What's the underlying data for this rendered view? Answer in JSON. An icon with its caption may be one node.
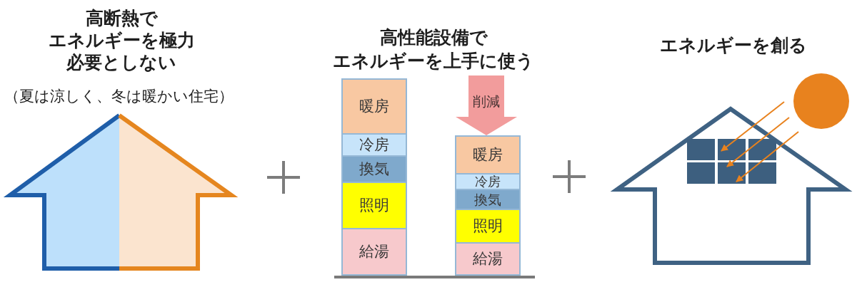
{
  "diagram": {
    "nodes": [
      {
        "text": [
          "暖房"
        ]
      },
      {
        "text": [
          "冷房"
        ]
      },
      {
        "text": [
          "換気"
        ]
      },
      {
        "text": [
          "照明"
        ]
      },
      {
        "text": [
          "給湯"
        ]
      },
      {
        "text": [
          "削減"
        ]
      },
      {
        "text": [
          "暖房"
        ]
      },
      {
        "text": [
          "冷房"
        ]
      },
      {
        "text": [
          "換気"
        ]
      },
      {
        "text": [
          "照明"
        ]
      },
      {
        "text": [
          "給湯"
        ]
      }
    ],
    "labels": [
      "高断熱でエネルギーを極力必要としない",
      "（夏は涼しく、冬は暖かい住宅）",
      "高性能設備でエネルギーを上手に使う",
      "エネルギーを創る"
    ]
  }
}
